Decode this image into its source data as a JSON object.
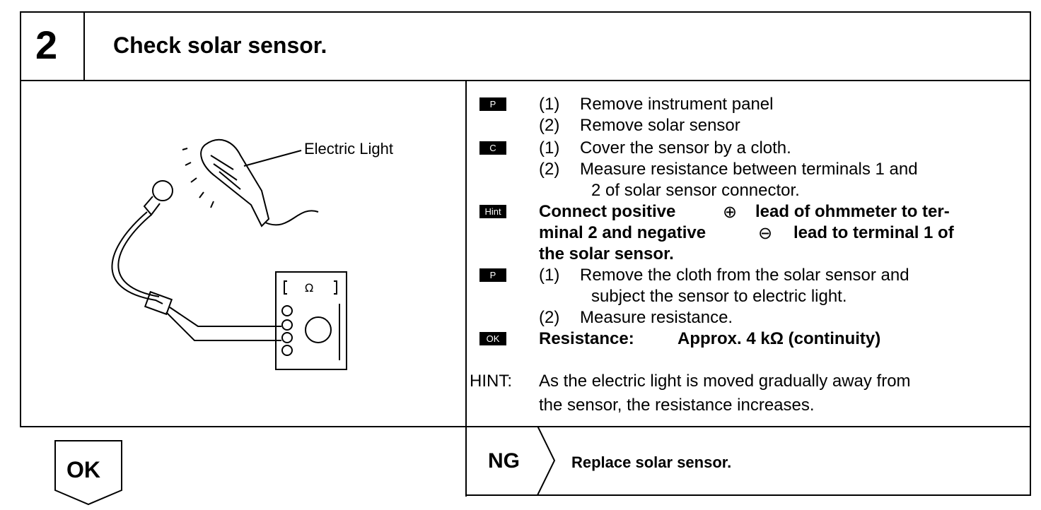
{
  "step": {
    "number": "2",
    "title": "Check solar sensor."
  },
  "illustration": {
    "callout": "Electric Light",
    "meter_symbol": "Ω"
  },
  "tags": {
    "p": "P",
    "c": "C",
    "hint": "Hint",
    "ok": "OK"
  },
  "procedure": {
    "p1_n1": "(1)",
    "p1_t1": "Remove instrument panel",
    "p1_n2": "(2)",
    "p1_t2": "Remove solar sensor",
    "c_n1": "(1)",
    "c_t1": "Cover the sensor by a cloth.",
    "c_n2": "(2)",
    "c_t2a": "Measure resistance between terminals 1 and",
    "c_t2b": "2 of solar sensor connector.",
    "hint_l1a": "Connect positive",
    "hint_plus": "⊕",
    "hint_l1b": "lead of ohmmeter to ter-",
    "hint_l2a": "minal 2 and negative",
    "hint_minus": "⊖",
    "hint_l2b": "lead to terminal 1 of",
    "hint_l3": "the solar sensor.",
    "p2_n1": "(1)",
    "p2_t1a": "Remove the cloth from the solar sensor and",
    "p2_t1b": "subject the sensor to electric light.",
    "p2_n2": "(2)",
    "p2_t2": "Measure resistance.",
    "ok_label": "Resistance:",
    "ok_value": "Approx. 4 kΩ (continuity)"
  },
  "note": {
    "label": "HINT:",
    "line1": "As the electric light is moved gradually away from",
    "line2": "the sensor, the resistance increases."
  },
  "results": {
    "ok": "OK",
    "ng": "NG",
    "ng_action": "Replace solar sensor."
  }
}
